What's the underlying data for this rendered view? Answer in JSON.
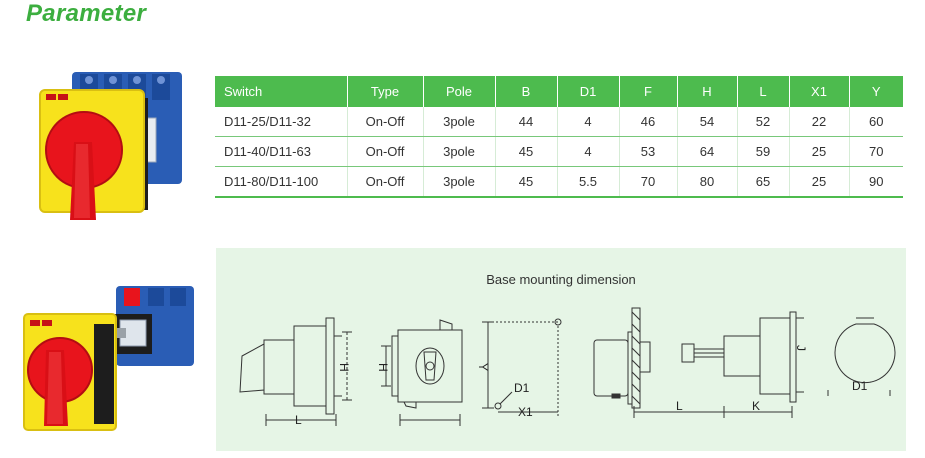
{
  "header": {
    "title": "Parameter"
  },
  "table": {
    "columns": [
      "Switch",
      "Type",
      "Pole",
      "B",
      "D1",
      "F",
      "H",
      "L",
      "X1",
      "Y"
    ],
    "rows": [
      [
        "D11-25/D11-32",
        "On-Off",
        "3pole",
        "44",
        "4",
        "46",
        "54",
        "52",
        "22",
        "60"
      ],
      [
        "D11-40/D11-63",
        "On-Off",
        "3pole",
        "45",
        "4",
        "53",
        "64",
        "59",
        "25",
        "70"
      ],
      [
        "D11-80/D11-100",
        "On-Off",
        "3pole",
        "45",
        "5.5",
        "70",
        "80",
        "65",
        "25",
        "90"
      ]
    ]
  },
  "dimensions": {
    "title": "Base mounting dimension",
    "labels": {
      "l1": "L",
      "h1": "H",
      "h2": "H",
      "y": "Y",
      "d1": "D1",
      "x1": "X1",
      "l2": "L",
      "k": "K",
      "j": "J",
      "d1b": "D1"
    }
  },
  "colors": {
    "accent_green": "#4dbb4e",
    "panel_bg": "#e6f5e6",
    "knob_red": "#e8141c",
    "plate_yellow": "#f7e21c",
    "contact_blue": "#2a5db5"
  },
  "icons": [
    "rotary-switch-front-photo",
    "rotary-switch-angled-photo"
  ]
}
